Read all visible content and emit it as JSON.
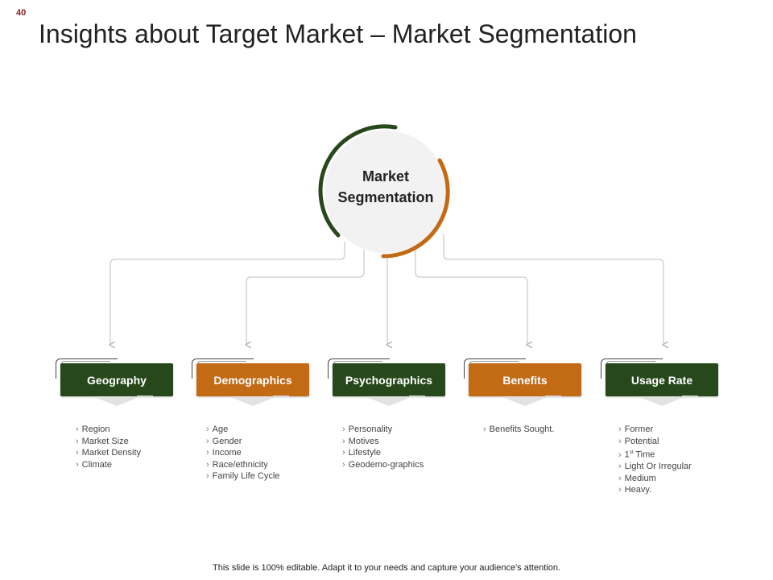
{
  "page_number": "40",
  "title": "Insights about Target Market – Market Segmentation",
  "center": {
    "line1": "Market",
    "line2": "Segmentation"
  },
  "segments": [
    {
      "label": "Geography",
      "color": "#27481b",
      "items": [
        "Region",
        "Market Size",
        "Market Density",
        "Climate"
      ]
    },
    {
      "label": "Demographics",
      "color": "#c26a14",
      "items": [
        "Age",
        "Gender",
        "Income",
        "Race/ethnicity",
        "Family Life Cycle"
      ]
    },
    {
      "label": "Psychographics",
      "color": "#27481b",
      "items": [
        "Personality",
        "Motives",
        "Lifestyle",
        "Geodemo-graphics"
      ]
    },
    {
      "label": "Benefits",
      "color": "#c26a14",
      "items": [
        "Benefits Sought."
      ]
    },
    {
      "label": "Usage Rate",
      "color": "#27481b",
      "items": [
        "Former",
        "Potential",
        "1st Time",
        "Light Or Irregular",
        "Medium",
        "Heavy."
      ]
    }
  ],
  "usage_first_time": {
    "num": "1",
    "sup": "st",
    "word": " Time"
  },
  "footer": "This slide is 100% editable. Adapt it to your needs and capture your audience's attention.",
  "colors": {
    "green": "#27481b",
    "orange": "#c26a14",
    "connector": "#cccccc",
    "circle_fill": "#f2f2f2"
  }
}
